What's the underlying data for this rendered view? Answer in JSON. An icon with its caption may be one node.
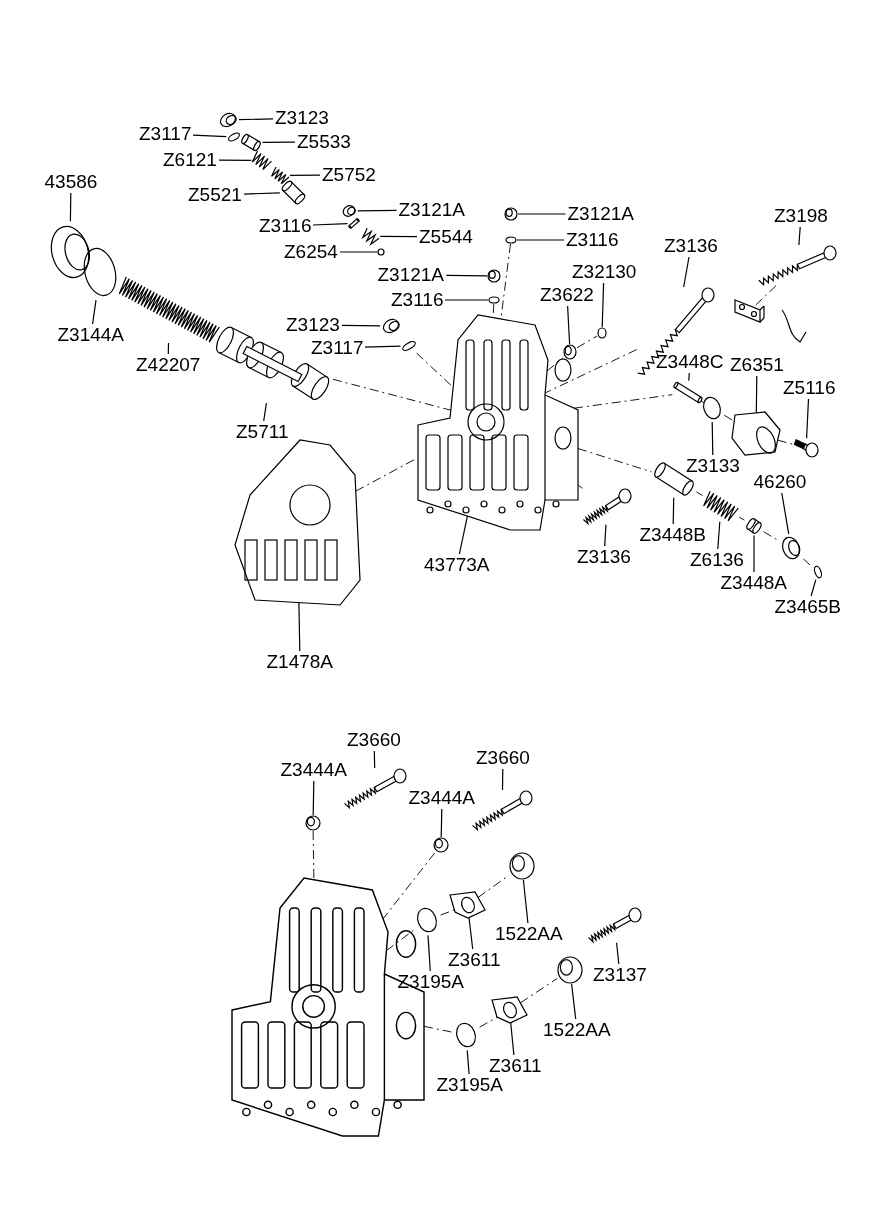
{
  "diagram": {
    "nodes": [
      {
        "text": [
          "Z3123"
        ]
      },
      {
        "text": [
          "Z3117"
        ]
      },
      {
        "text": [
          "Z5533"
        ]
      },
      {
        "text": [
          "Z6121"
        ]
      },
      {
        "text": [
          "Z5752"
        ]
      },
      {
        "text": [
          "Z5521"
        ]
      },
      {
        "text": [
          "Z3116"
        ]
      },
      {
        "text": [
          "Z3121A"
        ]
      },
      {
        "text": [
          "Z5544"
        ]
      },
      {
        "text": [
          "Z6254"
        ]
      },
      {
        "text": [
          "Z3121A"
        ]
      },
      {
        "text": [
          "Z3116"
        ]
      },
      {
        "text": [
          "Z3121A"
        ]
      },
      {
        "text": [
          "Z3116"
        ]
      },
      {
        "text": [
          "Z3123"
        ]
      },
      {
        "text": [
          "Z3117"
        ]
      },
      {
        "text": [
          "43586"
        ]
      },
      {
        "text": [
          "Z3144A"
        ]
      },
      {
        "text": [
          "Z42207"
        ]
      },
      {
        "text": [
          "Z5711"
        ]
      },
      {
        "text": [
          "Z3136"
        ]
      },
      {
        "text": [
          "Z3198"
        ]
      },
      {
        "text": [
          "Z32130"
        ]
      },
      {
        "text": [
          "Z3622"
        ]
      },
      {
        "text": [
          "Z3448C"
        ]
      },
      {
        "text": [
          "Z6351"
        ]
      },
      {
        "text": [
          "Z5116"
        ]
      },
      {
        "text": [
          "Z3133"
        ]
      },
      {
        "text": [
          "46260"
        ]
      },
      {
        "text": [
          "43773A"
        ]
      },
      {
        "text": [
          "Z3136"
        ]
      },
      {
        "text": [
          "Z3448B"
        ]
      },
      {
        "text": [
          "Z6136"
        ]
      },
      {
        "text": [
          "Z3448A"
        ]
      },
      {
        "text": [
          "Z3465B"
        ]
      },
      {
        "text": [
          "Z1478A"
        ]
      },
      {
        "text": [
          "Z3660"
        ]
      },
      {
        "text": [
          "Z3444A"
        ]
      },
      {
        "text": [
          "Z3660"
        ]
      },
      {
        "text": [
          "Z3444A"
        ]
      },
      {
        "text": [
          "1522AA"
        ]
      },
      {
        "text": [
          "Z3611"
        ]
      },
      {
        "text": [
          "Z3137"
        ]
      },
      {
        "text": [
          "Z3195A"
        ]
      },
      {
        "text": [
          "1522AA"
        ]
      },
      {
        "text": [
          "Z3611"
        ]
      },
      {
        "text": [
          "Z3195A"
        ]
      },
      {
        "text": [],
        "shape": "picture"
      },
      {
        "text": [],
        "shape": "circle"
      },
      {
        "text": [],
        "shape": "picture"
      },
      {
        "text": [],
        "shape": "picture"
      },
      {
        "text": [],
        "shape": "picture"
      },
      {
        "text": [],
        "shape": "picture"
      },
      {
        "text": [],
        "shape": "picture"
      },
      {
        "text": [],
        "shape": "picture"
      },
      {
        "text": [],
        "shape": "picture"
      },
      {
        "text": [],
        "shape": "circle"
      },
      {
        "text": [],
        "shape": "picture"
      },
      {
        "text": [],
        "shape": "circle"
      },
      {
        "text": [],
        "shape": "picture"
      },
      {
        "text": [],
        "shape": "circle"
      },
      {
        "text": [],
        "shape": "picture"
      },
      {
        "text": [],
        "shape": "circle"
      },
      {
        "text": [],
        "shape": "picture"
      },
      {
        "text": [],
        "shape": "circle"
      },
      {
        "text": [],
        "shape": "picture"
      },
      {
        "text": [],
        "shape": "picture"
      },
      {
        "text": [],
        "shape": "picture"
      },
      {
        "text": [],
        "shape": "picture"
      },
      {
        "text": [],
        "shape": "circle"
      },
      {
        "text": [],
        "shape": "picture"
      },
      {
        "text": [],
        "shape": "picture"
      },
      {
        "text": [],
        "shape": "picture"
      },
      {
        "text": [],
        "shape": "picture"
      },
      {
        "text": [],
        "shape": "circle"
      },
      {
        "text": [],
        "shape": "picture"
      },
      {
        "text": [],
        "shape": "picture"
      },
      {
        "text": [],
        "shape": "picture"
      },
      {
        "text": [],
        "shape": "picture"
      },
      {
        "text": [],
        "shape": "picture"
      },
      {
        "text": [],
        "shape": "picture"
      },
      {
        "text": [],
        "shape": "circle"
      },
      {
        "text": [],
        "shape": "picture"
      },
      {
        "text": [],
        "shape": "picture"
      },
      {
        "text": [],
        "shape": "picture"
      },
      {
        "text": [],
        "shape": "picture"
      },
      {
        "text": [],
        "shape": "picture"
      },
      {
        "text": [],
        "shape": "picture"
      },
      {
        "text": [],
        "shape": "picture"
      },
      {
        "text": [],
        "shape": "picture"
      },
      {
        "text": [],
        "shape": "circle"
      },
      {
        "text": [],
        "shape": "picture"
      },
      {
        "text": [],
        "shape": "picture"
      },
      {
        "text": [],
        "shape": "circle"
      },
      {
        "text": [],
        "shape": "picture"
      },
      {
        "text": [],
        "shape": "picture"
      }
    ],
    "edges": [
      {
        "from": 0,
        "to": 47,
        "arrow": "none"
      },
      {
        "from": 1,
        "to": 48,
        "arrow": "none"
      },
      {
        "from": 2,
        "to": 49,
        "arrow": "none"
      },
      {
        "from": 3,
        "to": 50,
        "arrow": "none"
      },
      {
        "from": 4,
        "to": 51,
        "arrow": "none"
      },
      {
        "from": 5,
        "to": 52,
        "arrow": "none"
      },
      {
        "from": 6,
        "to": 53,
        "arrow": "none"
      },
      {
        "from": 7,
        "to": 54,
        "arrow": "none"
      },
      {
        "from": 8,
        "to": 55,
        "arrow": "none"
      },
      {
        "from": 9,
        "to": 56,
        "arrow": "none"
      },
      {
        "from": 10,
        "to": 57,
        "arrow": "none"
      },
      {
        "from": 11,
        "to": 58,
        "arrow": "none"
      },
      {
        "from": 12,
        "to": 59,
        "arrow": "none"
      },
      {
        "from": 13,
        "to": 60,
        "arrow": "none"
      },
      {
        "from": 14,
        "to": 61,
        "arrow": "none"
      },
      {
        "from": 15,
        "to": 62,
        "arrow": "none"
      },
      {
        "from": 16,
        "to": 63,
        "arrow": "none"
      },
      {
        "from": 17,
        "to": 64,
        "arrow": "none"
      },
      {
        "from": 18,
        "to": 65,
        "arrow": "none"
      },
      {
        "from": 19,
        "to": 66,
        "arrow": "none"
      },
      {
        "from": 20,
        "to": 67,
        "arrow": "none"
      },
      {
        "from": 21,
        "to": 68,
        "arrow": "none"
      },
      {
        "from": 22,
        "to": 69,
        "arrow": "none"
      },
      {
        "from": 23,
        "to": 70,
        "arrow": "none"
      },
      {
        "from": 24,
        "to": 71,
        "arrow": "none"
      },
      {
        "from": 25,
        "to": 72,
        "arrow": "none"
      },
      {
        "from": 26,
        "to": 73,
        "arrow": "none"
      },
      {
        "from": 27,
        "to": 74,
        "arrow": "none"
      },
      {
        "from": 28,
        "to": 75,
        "arrow": "none"
      },
      {
        "from": 29,
        "to": 76,
        "arrow": "none"
      },
      {
        "from": 30,
        "to": 77,
        "arrow": "none"
      },
      {
        "from": 31,
        "to": 78,
        "arrow": "none"
      },
      {
        "from": 32,
        "to": 79,
        "arrow": "none"
      },
      {
        "from": 33,
        "to": 80,
        "arrow": "none"
      },
      {
        "from": 34,
        "to": 81,
        "arrow": "none"
      },
      {
        "from": 35,
        "to": 82,
        "arrow": "none"
      },
      {
        "from": 36,
        "to": 83,
        "arrow": "none"
      },
      {
        "from": 37,
        "to": 84,
        "arrow": "none"
      },
      {
        "from": 38,
        "to": 85,
        "arrow": "none"
      },
      {
        "from": 39,
        "to": 86,
        "arrow": "none"
      },
      {
        "from": 40,
        "to": 87,
        "arrow": "none"
      },
      {
        "from": 41,
        "to": 88,
        "arrow": "none"
      },
      {
        "from": 42,
        "to": 89,
        "arrow": "none"
      },
      {
        "from": 43,
        "to": 90,
        "arrow": "none"
      },
      {
        "from": 44,
        "to": 91,
        "arrow": "none"
      },
      {
        "from": 45,
        "to": 92,
        "arrow": "none"
      },
      {
        "from": 46,
        "to": 93,
        "arrow": "none"
      },
      {
        "from": 66,
        "to": 76,
        "arrow": "none",
        "style": "dashed"
      },
      {
        "from": 82,
        "to": 76,
        "arrow": "none",
        "style": "dashed"
      },
      {
        "from": 58,
        "to": 76,
        "arrow": "none",
        "style": "dashed"
      },
      {
        "from": 60,
        "to": 76,
        "arrow": "none",
        "style": "dashed"
      },
      {
        "from": 62,
        "to": 76,
        "arrow": "none",
        "style": "dashed"
      },
      {
        "from": 76,
        "to": 70,
        "arrow": "none",
        "style": "dashed"
      },
      {
        "from": 70,
        "to": 69,
        "arrow": "none",
        "style": "dashed"
      },
      {
        "from": 67,
        "to": 76,
        "arrow": "none",
        "style": "dashed"
      },
      {
        "from": 68,
        "to": 95,
        "arrow": "none",
        "style": "dashed"
      },
      {
        "from": 76,
        "to": 71,
        "arrow": "none",
        "style": "dashed"
      },
      {
        "from": 71,
        "to": 74,
        "arrow": "none",
        "style": "dashed"
      },
      {
        "from": 74,
        "to": 72,
        "arrow": "none",
        "style": "dashed"
      },
      {
        "from": 72,
        "to": 73,
        "arrow": "none",
        "style": "dashed"
      },
      {
        "from": 76,
        "to": 78,
        "arrow": "none",
        "style": "dashed"
      },
      {
        "from": 78,
        "to": 79,
        "arrow": "none",
        "style": "dashed"
      },
      {
        "from": 79,
        "to": 80,
        "arrow": "none",
        "style": "dashed"
      },
      {
        "from": 80,
        "to": 75,
        "arrow": "none",
        "style": "dashed"
      },
      {
        "from": 75,
        "to": 81,
        "arrow": "none",
        "style": "dashed"
      },
      {
        "from": 77,
        "to": 76,
        "arrow": "none",
        "style": "dashed"
      },
      {
        "from": 84,
        "to": 94,
        "arrow": "none",
        "style": "dashed"
      },
      {
        "from": 86,
        "to": 94,
        "arrow": "none",
        "style": "dashed"
      },
      {
        "from": 94,
        "to": 90,
        "arrow": "none",
        "style": "dashed"
      },
      {
        "from": 90,
        "to": 88,
        "arrow": "none",
        "style": "dashed"
      },
      {
        "from": 88,
        "to": 87,
        "arrow": "none",
        "style": "dashed"
      },
      {
        "from": 94,
        "to": 93,
        "arrow": "none",
        "style": "dashed"
      },
      {
        "from": 93,
        "to": 92,
        "arrow": "none",
        "style": "dashed"
      },
      {
        "from": 92,
        "to": 91,
        "arrow": "none",
        "style": "dashed"
      }
    ]
  }
}
